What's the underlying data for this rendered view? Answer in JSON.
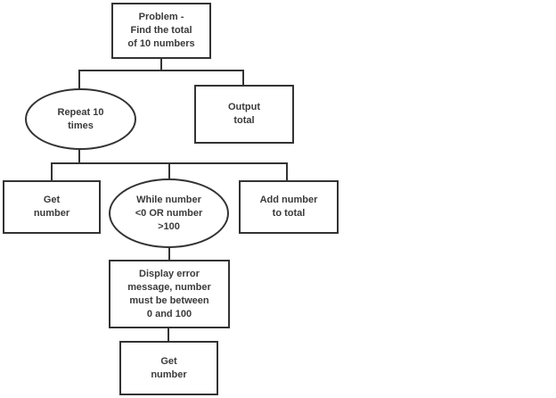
{
  "diagram": {
    "type": "flowchart-tree",
    "nodes": {
      "problem": {
        "shape": "rect",
        "label": "Problem -\nFind the total\nof 10 numbers"
      },
      "repeat": {
        "shape": "ellipse",
        "label": "Repeat 10\ntimes"
      },
      "output": {
        "shape": "rect",
        "label": "Output\ntotal"
      },
      "get1": {
        "shape": "rect",
        "label": "Get\nnumber"
      },
      "while": {
        "shape": "ellipse",
        "label": "While number\n<0 OR number\n>100"
      },
      "add": {
        "shape": "rect",
        "label": "Add number\nto total"
      },
      "error": {
        "shape": "rect",
        "label": "Display error\nmessage, number\nmust be between\n0 and 100"
      },
      "get2": {
        "shape": "rect",
        "label": "Get\nnumber"
      }
    },
    "edges": [
      {
        "from": "problem",
        "to": "repeat"
      },
      {
        "from": "problem",
        "to": "output"
      },
      {
        "from": "repeat",
        "to": "get1"
      },
      {
        "from": "repeat",
        "to": "while"
      },
      {
        "from": "repeat",
        "to": "add"
      },
      {
        "from": "while",
        "to": "error"
      },
      {
        "from": "error",
        "to": "get2"
      }
    ],
    "colors": {
      "line": "#333333",
      "text": "#3a3a3a",
      "node_fill": "#ffffff",
      "background": "#ffffff"
    }
  }
}
